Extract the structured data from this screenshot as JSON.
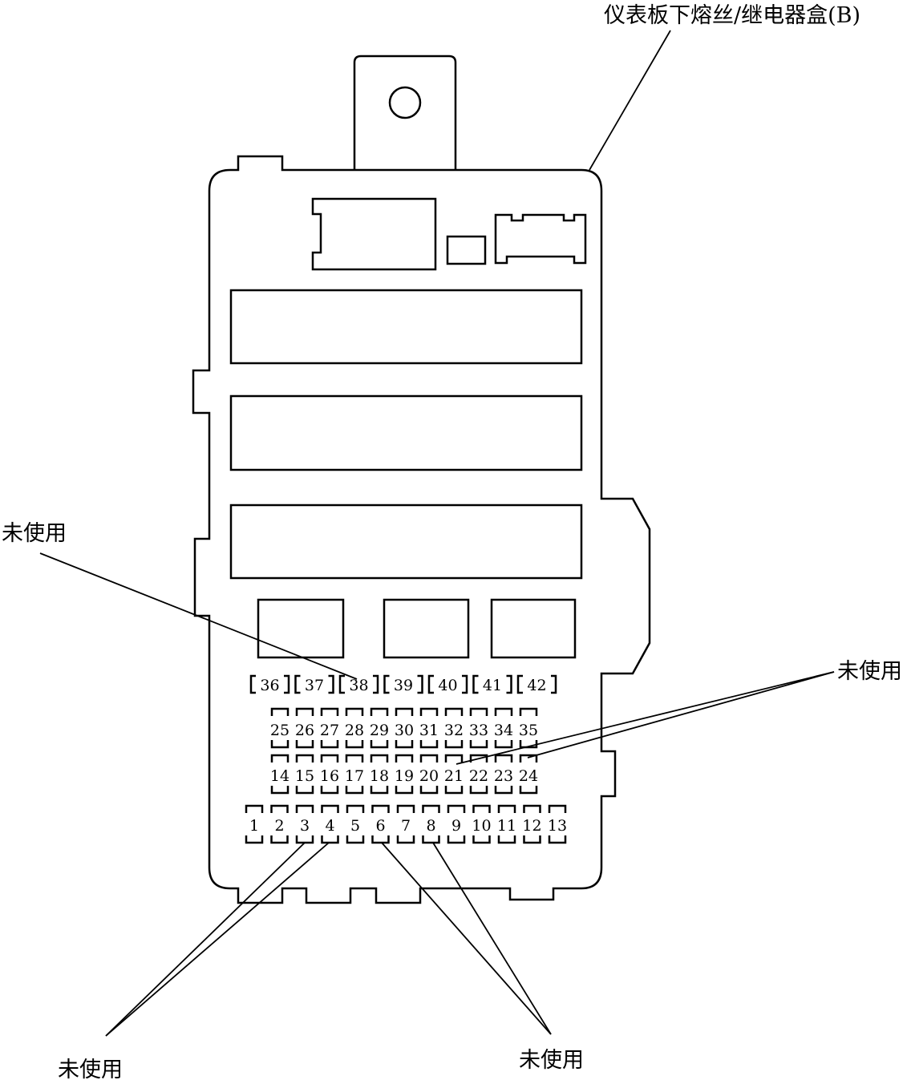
{
  "title": "仪表板下熔丝/继电器盒(B)",
  "callouts": [
    {
      "id": "left-mid",
      "text": "未使用"
    },
    {
      "id": "right-mid",
      "text": "未使用"
    },
    {
      "id": "bottom-left",
      "text": "未使用"
    },
    {
      "id": "bottom-right",
      "text": "未使用"
    }
  ],
  "fuse_rows": [
    {
      "row": "top",
      "numbers": [
        "36",
        "37",
        "38",
        "39",
        "40",
        "41",
        "42"
      ]
    },
    {
      "row": "upper",
      "numbers": [
        "25",
        "26",
        "27",
        "28",
        "29",
        "30",
        "31",
        "32",
        "33",
        "34",
        "35"
      ]
    },
    {
      "row": "middle",
      "numbers": [
        "14",
        "15",
        "16",
        "17",
        "18",
        "19",
        "20",
        "21",
        "22",
        "23",
        "24"
      ]
    },
    {
      "row": "bottom",
      "numbers": [
        "1",
        "2",
        "3",
        "4",
        "5",
        "6",
        "7",
        "8",
        "9",
        "10",
        "11",
        "12",
        "13"
      ]
    }
  ]
}
